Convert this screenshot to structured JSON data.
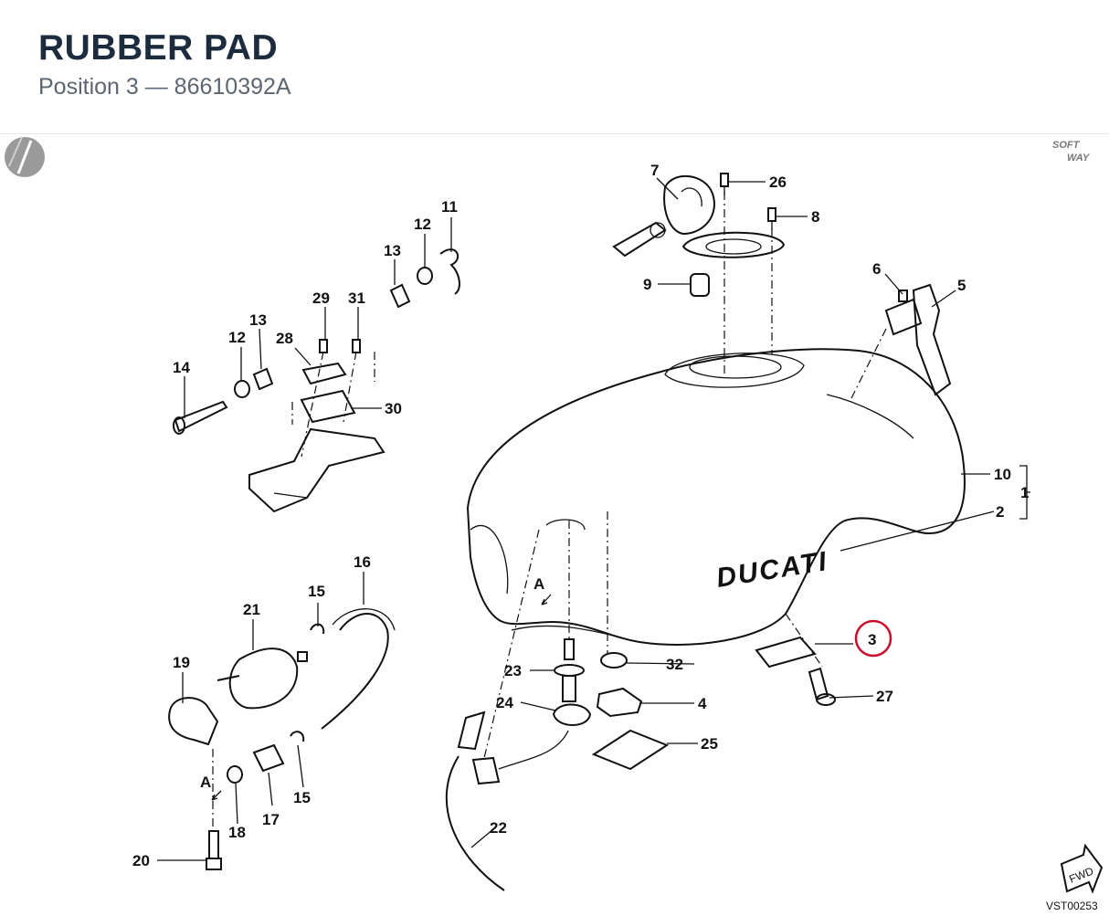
{
  "header": {
    "title": "RUBBER PAD",
    "subtitle": "Position 3 — 86610392A"
  },
  "diagram": {
    "highlight_color": "#c8102e",
    "highlighted_label": "3",
    "brand_logo_line1": "SOFT",
    "brand_logo_line2": "WAY",
    "tank_brand": "DUCATI",
    "reference_code": "VST00253",
    "fwd_label": "FWD",
    "view_marker": "A",
    "labels": {
      "l1": "1",
      "l2": "2",
      "l3": "3",
      "l4": "4",
      "l5": "5",
      "l6": "6",
      "l7": "7",
      "l8": "8",
      "l9": "9",
      "l10": "10",
      "l11": "11",
      "l12": "12",
      "l13": "13",
      "l14": "14",
      "l15": "15",
      "l16": "16",
      "l17": "17",
      "l18": "18",
      "l19": "19",
      "l20": "20",
      "l21": "21",
      "l22": "22",
      "l23": "23",
      "l24": "24",
      "l25": "25",
      "l26": "26",
      "l27": "27",
      "l28": "28",
      "l29": "29",
      "l30": "30",
      "l31": "31",
      "l32": "32"
    }
  }
}
